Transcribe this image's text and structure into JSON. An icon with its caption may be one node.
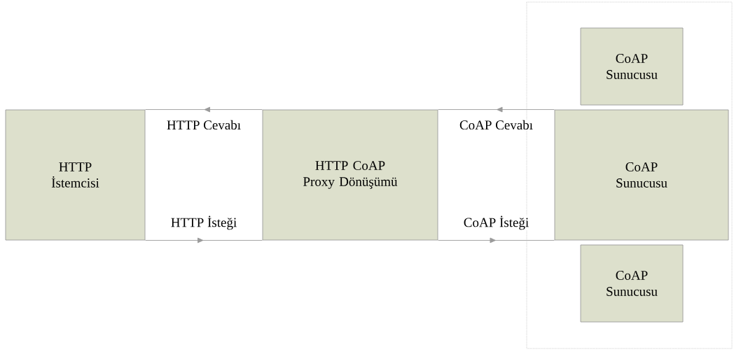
{
  "diagram": {
    "nodes": [
      {
        "text": [
          "CoAP Sunucusu"
        ]
      },
      {
        "text": [
          "HTTP İstemcisi"
        ]
      },
      {
        "text": [
          "HTTP CoAP Proxy Dönüşümü"
        ]
      },
      {
        "text": [
          "CoAP Sunucusu"
        ]
      },
      {
        "text": [
          "CoAP Sunucusu"
        ]
      }
    ],
    "edges": [
      {
        "from": 2,
        "to": 1,
        "arrow": "to",
        "label": "HTTP Cevabı"
      },
      {
        "from": 1,
        "to": 2,
        "arrow": "to",
        "label": "HTTP İsteği"
      },
      {
        "from": 3,
        "to": 2,
        "arrow": "to",
        "label": "CoAP Cevabı"
      },
      {
        "from": 2,
        "to": 3,
        "arrow": "to",
        "label": "CoAP İsteği"
      }
    ]
  }
}
